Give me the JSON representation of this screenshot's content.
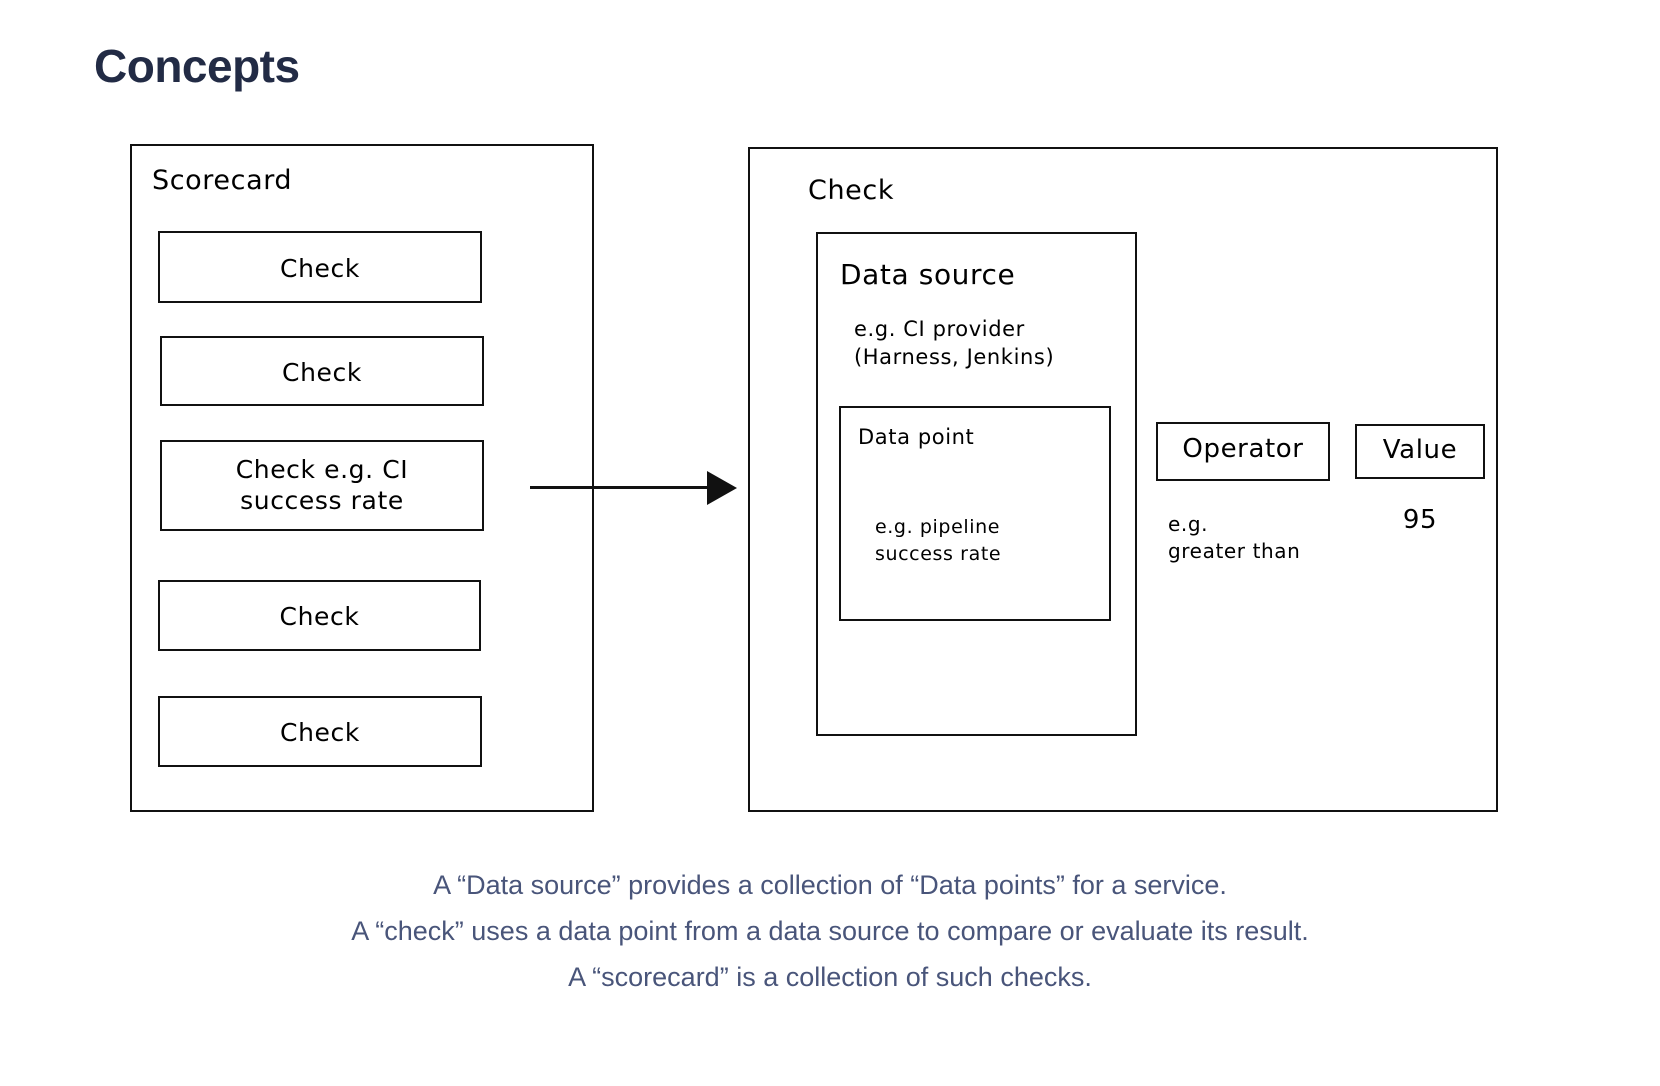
{
  "page": {
    "title": "Concepts",
    "title_color": "#222b45",
    "background": "#ffffff",
    "stroke_color": "#111111"
  },
  "scorecard": {
    "title": "Scorecard",
    "checks": [
      {
        "label": "Check"
      },
      {
        "label": "Check"
      },
      {
        "label": "Check e.g. CI\nsuccess rate"
      },
      {
        "label": "Check"
      },
      {
        "label": "Check"
      }
    ]
  },
  "arrow": {
    "icon": "arrow-right-icon"
  },
  "check_detail": {
    "title": "Check",
    "data_source": {
      "title": "Data source",
      "example": "e.g. CI provider\n(Harness, Jenkins)",
      "data_point": {
        "title": "Data point",
        "example": "e.g. pipeline\nsuccess rate"
      }
    },
    "operator": {
      "label": "Operator",
      "example": "e.g.\ngreater than"
    },
    "value": {
      "label": "Value",
      "example": "95"
    }
  },
  "caption": {
    "color": "#49557a",
    "lines": [
      "A “Data source” provides a collection of “Data points” for a service.",
      "A “check” uses a data point from a data source to compare or evaluate its result.",
      "A “scorecard” is a collection of such checks."
    ]
  }
}
